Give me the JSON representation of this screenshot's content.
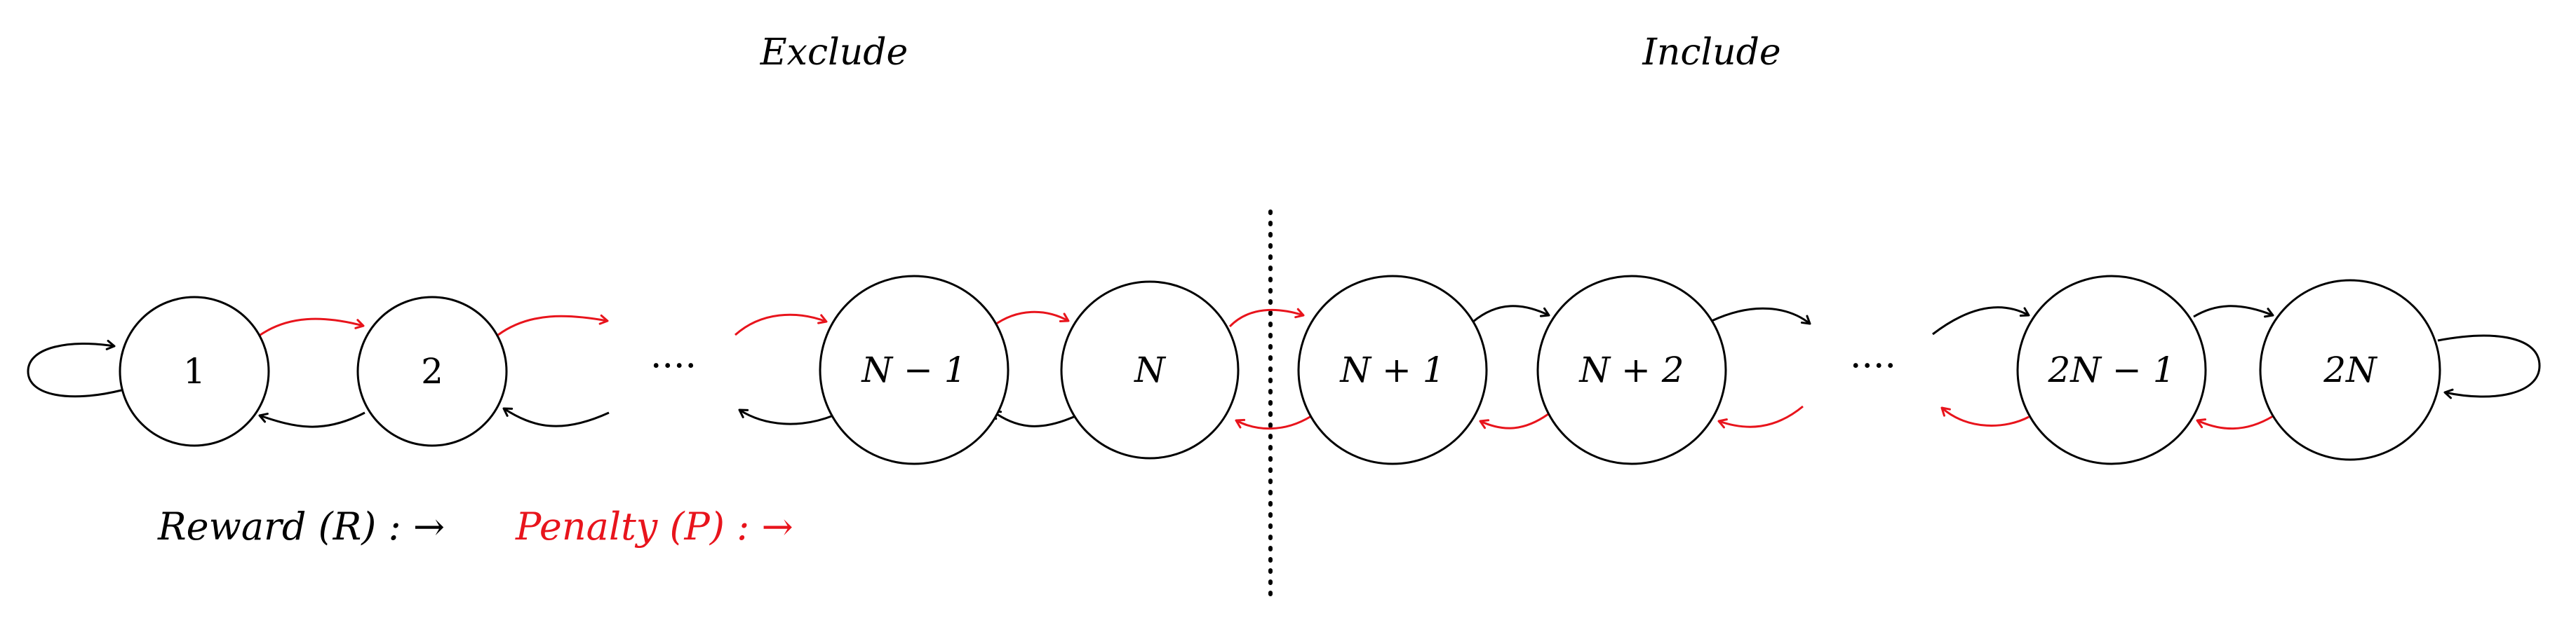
{
  "sections": {
    "exclude": "Exclude",
    "include": "Include"
  },
  "states": [
    {
      "id": "s1",
      "label": "1"
    },
    {
      "id": "s2",
      "label": "2"
    },
    {
      "id": "sNm1",
      "label": "N − 1"
    },
    {
      "id": "sN",
      "label": "N"
    },
    {
      "id": "sNp1",
      "label": "N + 1"
    },
    {
      "id": "sNp2",
      "label": "N + 2"
    },
    {
      "id": "s2Nm1",
      "label": "2N − 1"
    },
    {
      "id": "s2N",
      "label": "2N"
    }
  ],
  "ellipsis": {
    "left": "····",
    "right": "····"
  },
  "legend": {
    "reward": "Reward (R) : →",
    "penalty": "Penalty (P) : →"
  },
  "colors": {
    "reward": "#000000",
    "penalty": "#e8141c"
  }
}
